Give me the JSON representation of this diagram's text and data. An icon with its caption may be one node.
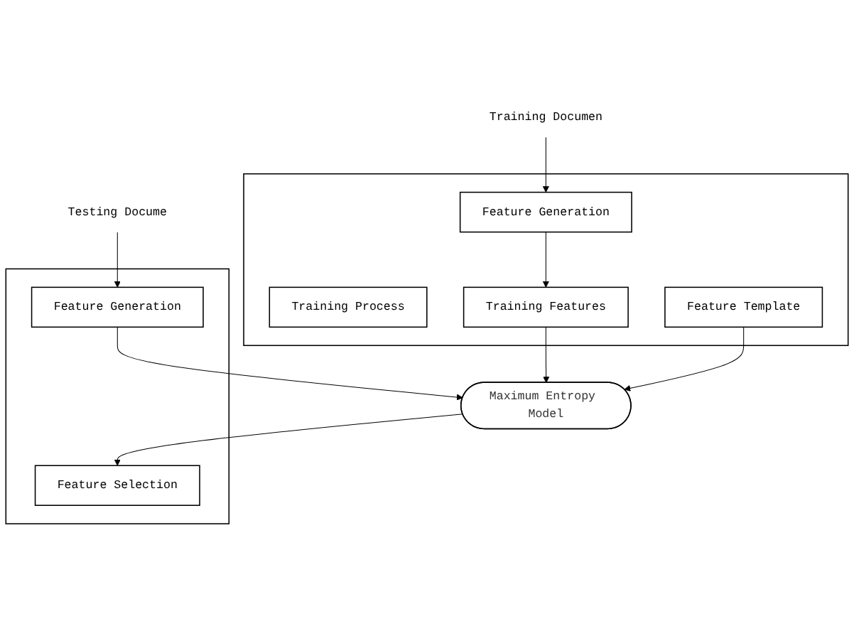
{
  "diagram": {
    "nodes": [
      {
        "text": [
          "Training Documen"
        ]
      },
      {
        "text": [],
        "shape": "box"
      },
      {
        "text": [
          "Feature Generation"
        ],
        "in": 1
      },
      {
        "text": [
          "Training Process"
        ],
        "in": 1
      },
      {
        "text": [
          "Training Features"
        ],
        "in": 1
      },
      {
        "text": [
          "Feature Template"
        ],
        "in": 1
      },
      {
        "text": [
          "Maximum Entropy Model"
        ]
      },
      {
        "text": [
          "Testing Docume"
        ]
      },
      {
        "text": [],
        "shape": "box"
      },
      {
        "text": [
          "Feature Generation"
        ],
        "in": 8
      },
      {
        "text": [
          "Feature Selection"
        ],
        "in": 8
      }
    ],
    "edges": [
      {
        "from": 0,
        "to": 2,
        "arrow": "to"
      },
      {
        "from": 2,
        "to": 4,
        "arrow": "to"
      },
      {
        "from": 4,
        "to": 6,
        "arrow": "to"
      },
      {
        "from": 5,
        "to": 6,
        "arrow": "to"
      },
      {
        "from": 7,
        "to": 9,
        "arrow": "to"
      },
      {
        "from": 9,
        "to": 6,
        "arrow": "to"
      },
      {
        "from": 6,
        "to": 10,
        "arrow": "to"
      }
    ]
  }
}
